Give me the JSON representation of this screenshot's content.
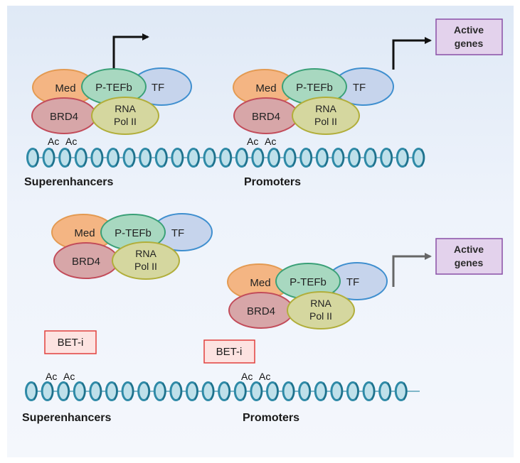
{
  "colors": {
    "med": "#f4b583",
    "med_stroke": "#e39a52",
    "ptefb": "#a8d8c0",
    "ptefb_stroke": "#3aa077",
    "tf": "#c6d4ec",
    "tf_stroke": "#3f8fcf",
    "brd4": "#d7a6a8",
    "brd4_stroke": "#c24c5a",
    "rna": "#d5d79f",
    "rna_stroke": "#b1ae3a",
    "active_fill": "#e3d2ec",
    "active_stroke": "#8a4fa6",
    "bet_fill": "#fde3e1",
    "bet_stroke": "#e2403c",
    "dna": "#2f8aa7"
  },
  "complex": {
    "med": "Med",
    "ptefb": "P-TEFb",
    "tf": "TF",
    "brd4": "BRD4",
    "rna_line1": "RNA",
    "rna_line2": "Pol II"
  },
  "labels": {
    "superenhancers": "Superenhancers",
    "promoters": "Promoters",
    "ac": "Ac",
    "active_line1": "Active",
    "active_line2": "genes",
    "bet": "BET-i"
  }
}
